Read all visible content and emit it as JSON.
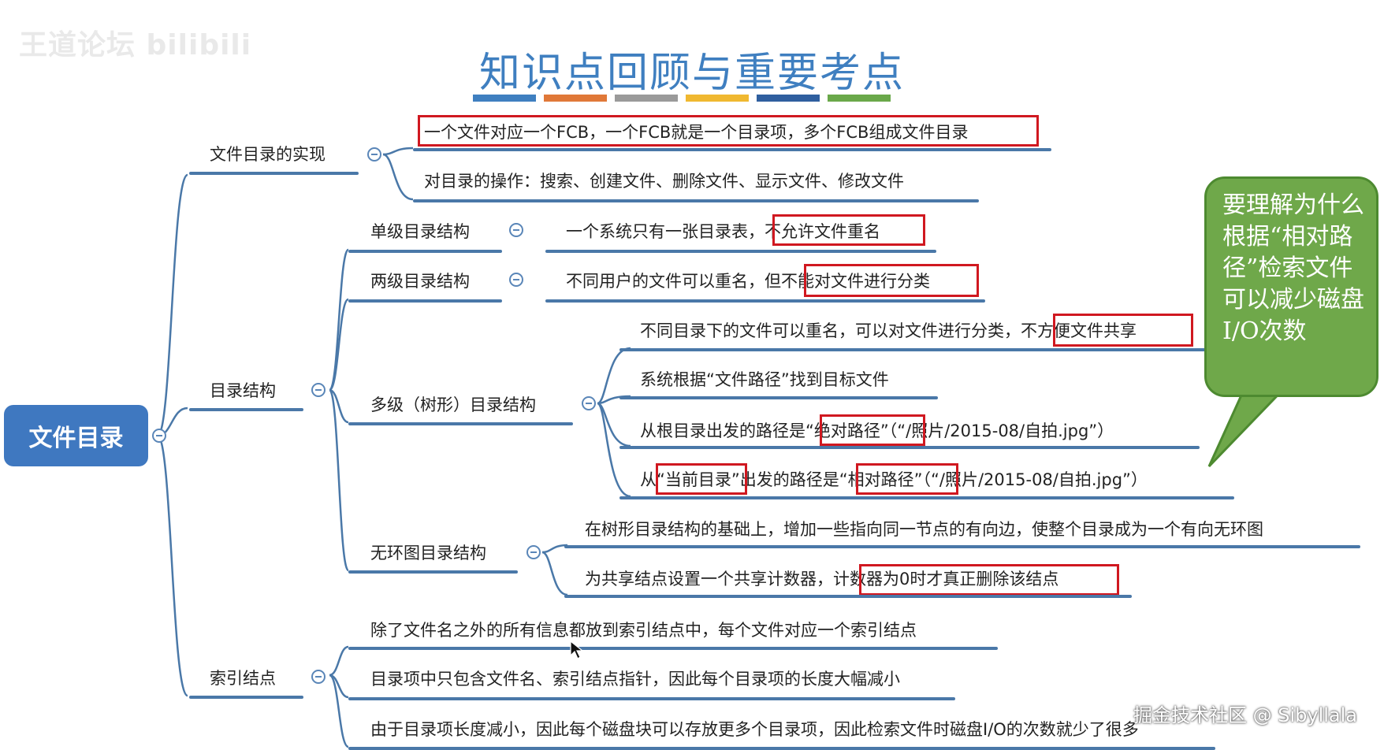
{
  "title": "知识点回顾与重要考点",
  "title_bar_colors": [
    "#3f7fc0",
    "#e07838",
    "#9a9a9a",
    "#f0b830",
    "#2f5f9f",
    "#6aa84a"
  ],
  "root": "文件目录",
  "branch_impl": {
    "label": "文件目录的实现",
    "items": [
      "一个文件对应一个FCB，一个FCB就是一个目录项，多个FCB组成文件目录",
      "对目录的操作：搜索、创建文件、删除文件、显示文件、修改文件"
    ]
  },
  "branch_struct": {
    "label": "目录结构",
    "single": {
      "label": "单级目录结构",
      "text_a": "一个系统只有一张目录表，",
      "text_b": "不允许文件重名"
    },
    "two": {
      "label": "两级目录结构",
      "text_a": "不同用户的文件可以重名，但",
      "text_b": "不能对文件进行分类"
    },
    "multi": {
      "label": "多级（树形）目录结构",
      "l1_a": "不同目录下的文件可以重名，可以对文件进行分类，",
      "l1_b": "不方便文件共享",
      "l2": "系统根据“文件路径”找到目标文件",
      "l3_a": "从根目录出发的路径是",
      "l3_b": "“绝对路径”",
      "l3_c": "（“/照片/2015-08/自拍.jpg”）",
      "l4_a": "从",
      "l4_b": "“当前目录”",
      "l4_c": "出发的路径是",
      "l4_d": "“相对路径”",
      "l4_e": "（“/照片/2015-08/自拍.jpg”）"
    },
    "acyclic": {
      "label": "无环图目录结构",
      "l1": "在树形目录结构的基础上，增加一些指向同一节点的有向边，使整个目录成为一个有向无环图",
      "l2_a": "为共享结点设置一个共享计数器，",
      "l2_b": "计数器为0时才真正删除该结点"
    }
  },
  "branch_inode": {
    "label": "索引结点",
    "items": [
      "除了文件名之外的所有信息都放到索引结点中，每个文件对应一个索引结点",
      "目录项中只包含文件名、索引结点指针，因此每个目录项的长度大幅减小",
      "由于目录项长度减小，因此每个磁盘块可以存放更多个目录项，因此检索文件时磁盘I/O的次数就少了很多"
    ]
  },
  "callout": "要理解为什么根据“相对路径”检索文件可以减少磁盘I/O次数",
  "callout_color": "#6fa84a",
  "watermark_tl": "王道论坛 bilibili",
  "watermark_br": "掘金技术社区 @ Sibyllala",
  "accent_blue": "#3f78c0",
  "highlight_red": "#d01820"
}
